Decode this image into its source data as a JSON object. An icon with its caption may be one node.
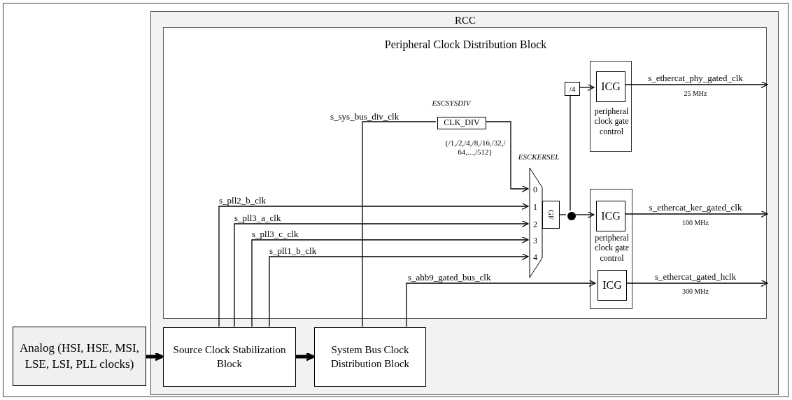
{
  "diagram": {
    "nodes": [
      {
        "text": [
          "RCC"
        ]
      },
      {
        "text": [
          "Peripheral Clock Distribution Block"
        ],
        "in": 0
      },
      {
        "text": [
          "CLK_DIV"
        ],
        "in": 1,
        "beside": [
          "ESCSYSDIV",
          "{/1,/2,/4,/8,/16,/32,/64,...,/512}"
        ]
      },
      {
        "text": [
          "0",
          "1",
          "2",
          "3",
          "4"
        ],
        "in": 1,
        "beside": [
          "ESCKERSEL"
        ]
      },
      {
        "text": [
          "GF"
        ],
        "in": 1
      },
      {
        "text": [],
        "shape": "circle",
        "in": 1
      },
      {
        "text": [
          "/4"
        ],
        "in": 1
      },
      {
        "text": [
          "peripheral clock gate control"
        ],
        "in": 1
      },
      {
        "text": [
          "ICG"
        ],
        "in": 7
      },
      {
        "text": [
          "peripheral clock gate control"
        ],
        "in": 1
      },
      {
        "text": [
          "ICG"
        ],
        "in": 9
      },
      {
        "text": [
          "ICG"
        ],
        "in": 9
      },
      {
        "text": [
          "Analog (HSI, HSE, MSI, LSE, LSI, PLL clocks)"
        ]
      },
      {
        "text": [
          "Source Clock Stabilization Block"
        ],
        "in": 0
      },
      {
        "text": [
          "System Bus Clock Distribution Block"
        ],
        "in": 0
      }
    ],
    "edges": [
      {
        "from": 13,
        "to": 3,
        "arrow": "to",
        "label": "s_pll2_b_clk"
      },
      {
        "from": 13,
        "to": 3,
        "arrow": "to",
        "label": "s_pll3_a_clk"
      },
      {
        "from": 13,
        "to": 3,
        "arrow": "to",
        "label": "s_pll3_c_clk"
      },
      {
        "from": 13,
        "to": 3,
        "arrow": "to",
        "label": "s_pll1_b_clk"
      },
      {
        "from": 14,
        "to": 2,
        "arrow": "none",
        "label": "s_sys_bus_div_clk"
      },
      {
        "from": 2,
        "to": 3,
        "arrow": "to"
      },
      {
        "from": 4,
        "to": 5,
        "arrow": "none"
      },
      {
        "from": 5,
        "to": 6,
        "arrow": "none"
      },
      {
        "from": 6,
        "to": 8,
        "arrow": "to"
      },
      {
        "from": 5,
        "to": 10,
        "arrow": "to"
      },
      {
        "from": 14,
        "to": 11,
        "arrow": "to",
        "label": "s_ahb9_gated_bus_clk"
      },
      {
        "from": 8,
        "to": null,
        "arrow": "to",
        "label": "s_ethercat_phy_gated_clk"
      },
      {
        "from": 10,
        "to": null,
        "arrow": "to",
        "label": "s_ethercat_ker_gated_clk"
      },
      {
        "from": 11,
        "to": null,
        "arrow": "to",
        "label": "s_ethercat_gated_hclk"
      },
      {
        "from": 12,
        "to": 13,
        "arrow": "to",
        "style": "thick"
      },
      {
        "from": 13,
        "to": 14,
        "arrow": "to",
        "style": "thick"
      }
    ],
    "labels": [
      "25 MHz",
      "100 MHz",
      "300 MHz"
    ]
  }
}
